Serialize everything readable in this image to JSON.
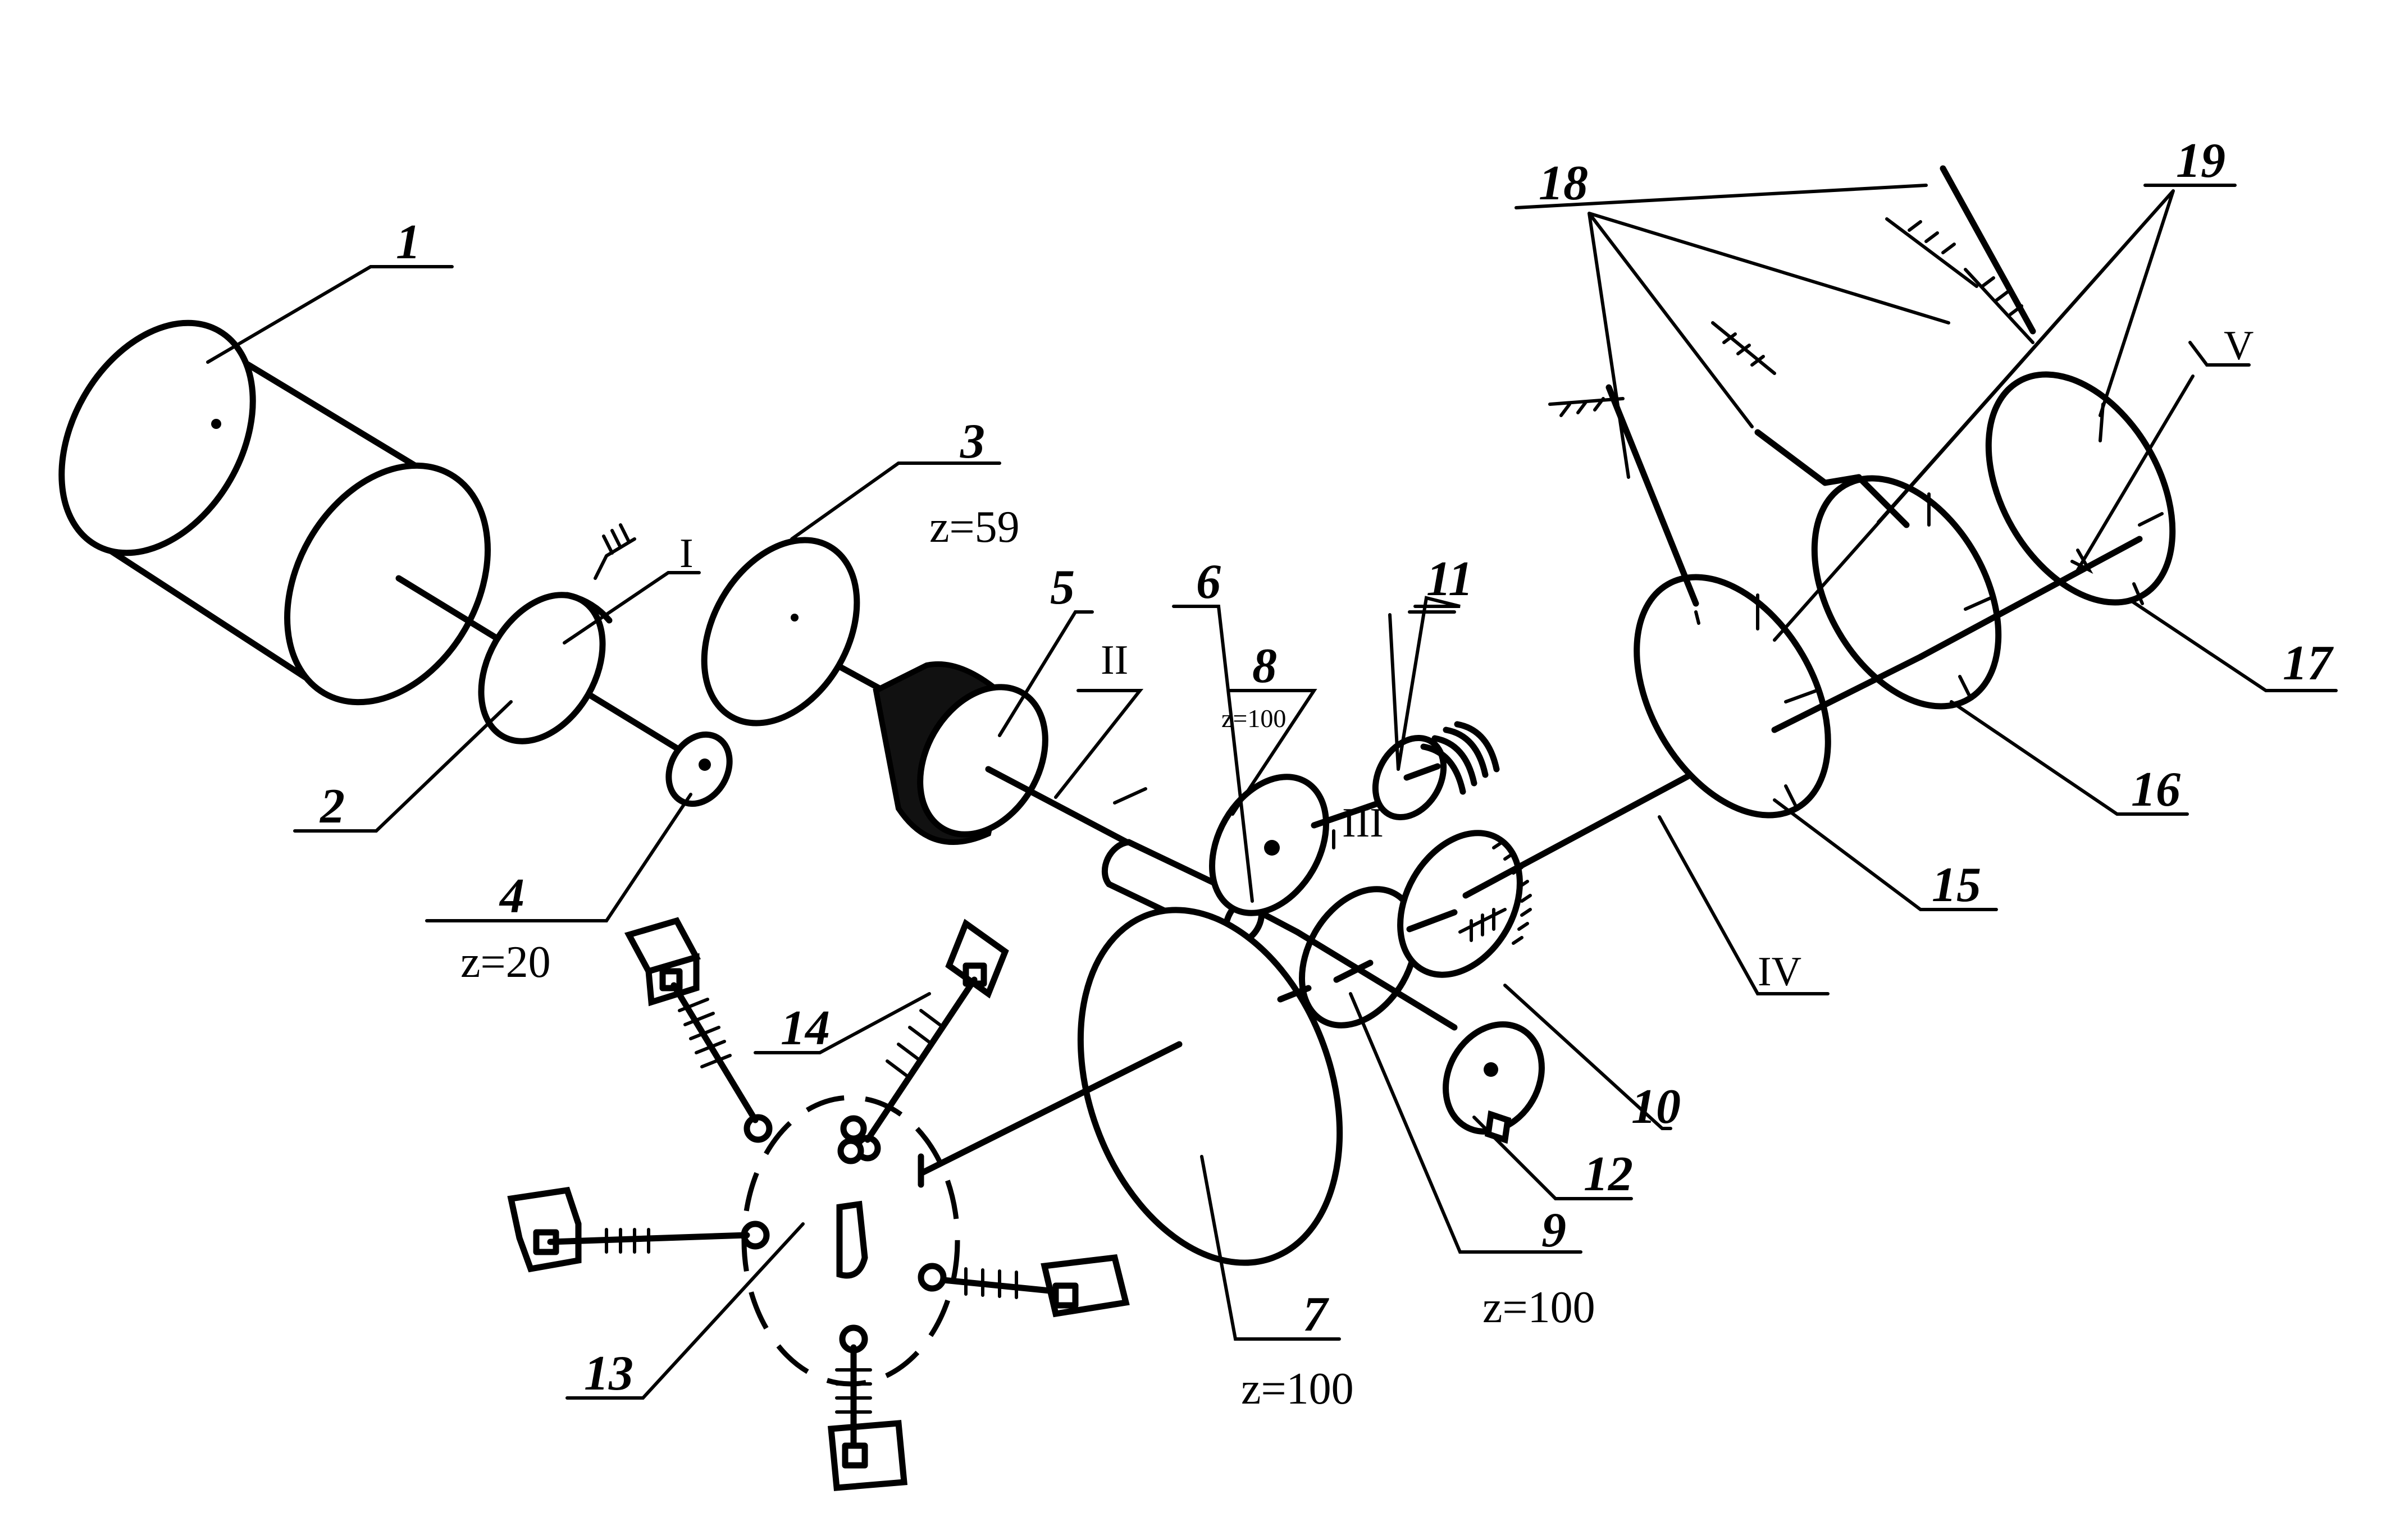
{
  "diagram": {
    "component_numbers": {
      "n1": "1",
      "n2": "2",
      "n3": "3",
      "n4": "4",
      "n5": "5",
      "n6": "6",
      "n7": "7",
      "n8": "8",
      "n9": "9",
      "n10": "10",
      "n11": "11",
      "n12": "12",
      "n13": "13",
      "n14": "14",
      "n15": "15",
      "n16": "16",
      "n17": "17",
      "n18": "18",
      "n19": "19"
    },
    "tooth_counts": {
      "gear3": "z=59",
      "gear4": "z=20",
      "gear7": "z=100",
      "gear8": "z=100",
      "gear9": "z=100"
    },
    "shafts": {
      "s1": "I",
      "s2": "II",
      "s3": "III",
      "s4": "IV",
      "s5": "V"
    }
  }
}
